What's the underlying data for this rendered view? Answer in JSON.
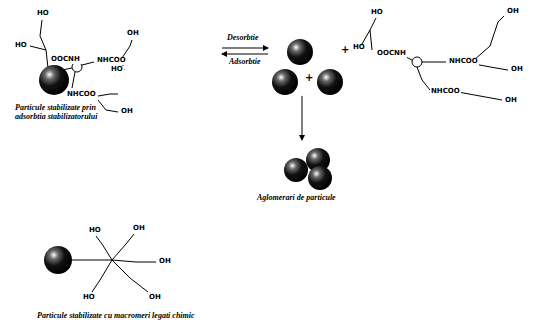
{
  "diagram": {
    "labels": [
      "Particule stabilizate prin adsorbtia stabilizatorului",
      "Desorbtie",
      "Adsorbtie",
      "Aglomerari de particule",
      "Particule stabilizate cu macromeri legati chimic",
      "+",
      "+",
      "HO",
      "HO",
      "OOCNH",
      "NHCOO",
      "OH",
      "HO",
      "NHCOO",
      "OH",
      "HO",
      "HO",
      "OOCNH",
      "NHCOO",
      "OH",
      "OH",
      "NHCOO",
      "OH",
      "HO",
      "OH",
      "OH",
      "HO",
      "OH"
    ]
  }
}
